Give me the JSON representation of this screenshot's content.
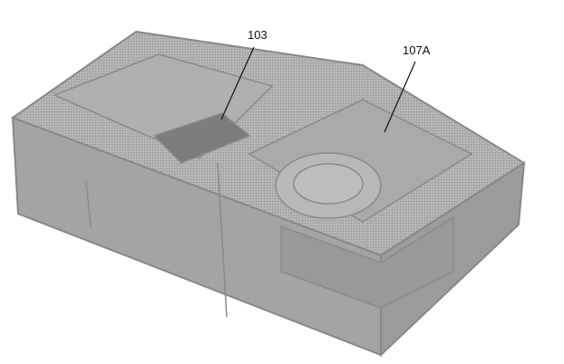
{
  "figure": {
    "labels": [
      {
        "id": "103",
        "text": "103"
      },
      {
        "id": "107A",
        "text": "107A"
      }
    ],
    "colors": {
      "body": "#a9a9a9",
      "edge": "#7a7a7a",
      "line": "#111111"
    }
  }
}
